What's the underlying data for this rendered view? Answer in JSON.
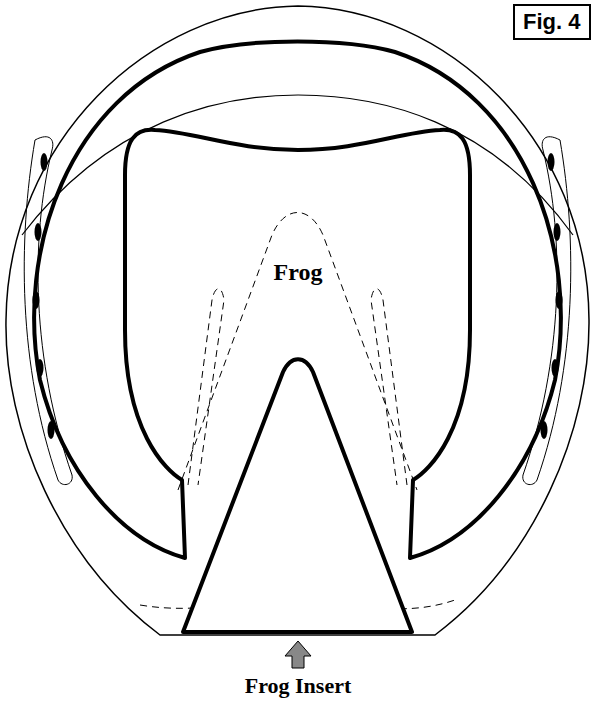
{
  "diagram": {
    "nodes": [
      {
        "text": [
          "Fig. 4"
        ]
      }
    ],
    "labels": [
      "Frog",
      "Frog Insert"
    ]
  }
}
